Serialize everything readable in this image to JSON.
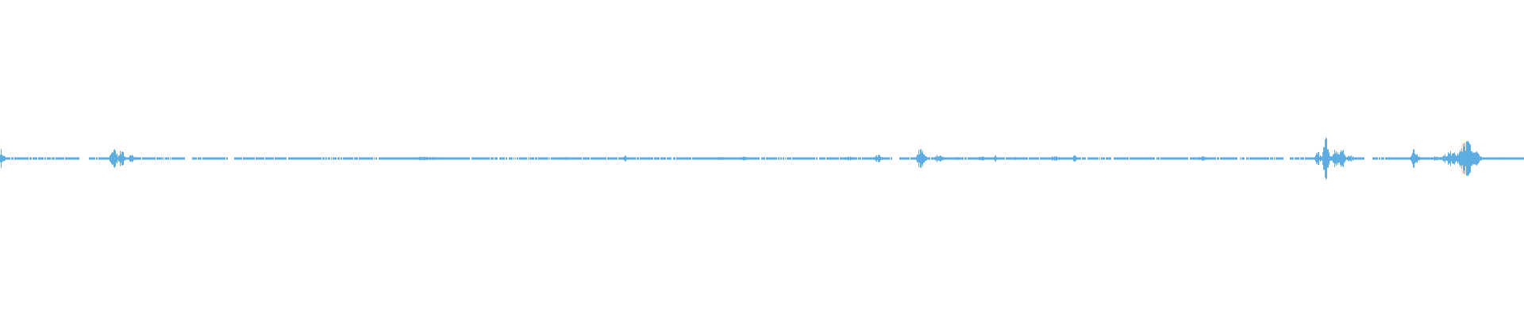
{
  "chart_data": {
    "type": "area",
    "title": "",
    "xlabel": "",
    "ylabel": "",
    "ylim": [
      -1,
      1
    ],
    "xlim": [
      0,
      1
    ],
    "grid": false,
    "legend": "none",
    "color": "#5dade2",
    "baseline_amplitude": 0.005,
    "silent_gaps": [
      [
        0.052,
        0.058
      ],
      [
        0.121,
        0.126
      ],
      [
        0.149,
        0.153
      ],
      [
        0.585,
        0.59
      ],
      [
        0.842,
        0.846
      ],
      [
        0.895,
        0.9
      ]
    ],
    "bursts": [
      {
        "t": 0.0005,
        "amp": 0.06,
        "width": 0.003
      },
      {
        "t": 0.0745,
        "amp": 0.065,
        "width": 0.004
      },
      {
        "t": 0.0795,
        "amp": 0.07,
        "width": 0.003
      },
      {
        "t": 0.0865,
        "amp": 0.025,
        "width": 0.004
      },
      {
        "t": 0.28,
        "amp": 0.012,
        "width": 0.02
      },
      {
        "t": 0.37,
        "amp": 0.01,
        "width": 0.006
      },
      {
        "t": 0.41,
        "amp": 0.02,
        "width": 0.002
      },
      {
        "t": 0.472,
        "amp": 0.01,
        "width": 0.01
      },
      {
        "t": 0.488,
        "amp": 0.02,
        "width": 0.003
      },
      {
        "t": 0.557,
        "amp": 0.02,
        "width": 0.004
      },
      {
        "t": 0.576,
        "amp": 0.025,
        "width": 0.004
      },
      {
        "t": 0.604,
        "amp": 0.075,
        "width": 0.004
      },
      {
        "t": 0.616,
        "amp": 0.03,
        "width": 0.004
      },
      {
        "t": 0.627,
        "amp": 0.015,
        "width": 0.004
      },
      {
        "t": 0.644,
        "amp": 0.02,
        "width": 0.004
      },
      {
        "t": 0.653,
        "amp": 0.02,
        "width": 0.002
      },
      {
        "t": 0.667,
        "amp": 0.012,
        "width": 0.003
      },
      {
        "t": 0.692,
        "amp": 0.015,
        "width": 0.008
      },
      {
        "t": 0.705,
        "amp": 0.025,
        "width": 0.002
      },
      {
        "t": 0.789,
        "amp": 0.015,
        "width": 0.005
      },
      {
        "t": 0.807,
        "amp": 0.015,
        "width": 0.002
      },
      {
        "t": 0.8645,
        "amp": 0.045,
        "width": 0.003
      },
      {
        "t": 0.8698,
        "amp": 0.14,
        "width": 0.003
      },
      {
        "t": 0.876,
        "amp": 0.08,
        "width": 0.003
      },
      {
        "t": 0.88,
        "amp": 0.08,
        "width": 0.003
      },
      {
        "t": 0.886,
        "amp": 0.02,
        "width": 0.004
      },
      {
        "t": 0.928,
        "amp": 0.065,
        "width": 0.004
      },
      {
        "t": 0.94,
        "amp": 0.015,
        "width": 0.008
      },
      {
        "t": 0.952,
        "amp": 0.05,
        "width": 0.008
      },
      {
        "t": 0.9615,
        "amp": 0.13,
        "width": 0.007
      },
      {
        "t": 0.9685,
        "amp": 0.05,
        "width": 0.004
      },
      {
        "t": 0.985,
        "amp": 0.008,
        "width": 0.01
      }
    ]
  }
}
